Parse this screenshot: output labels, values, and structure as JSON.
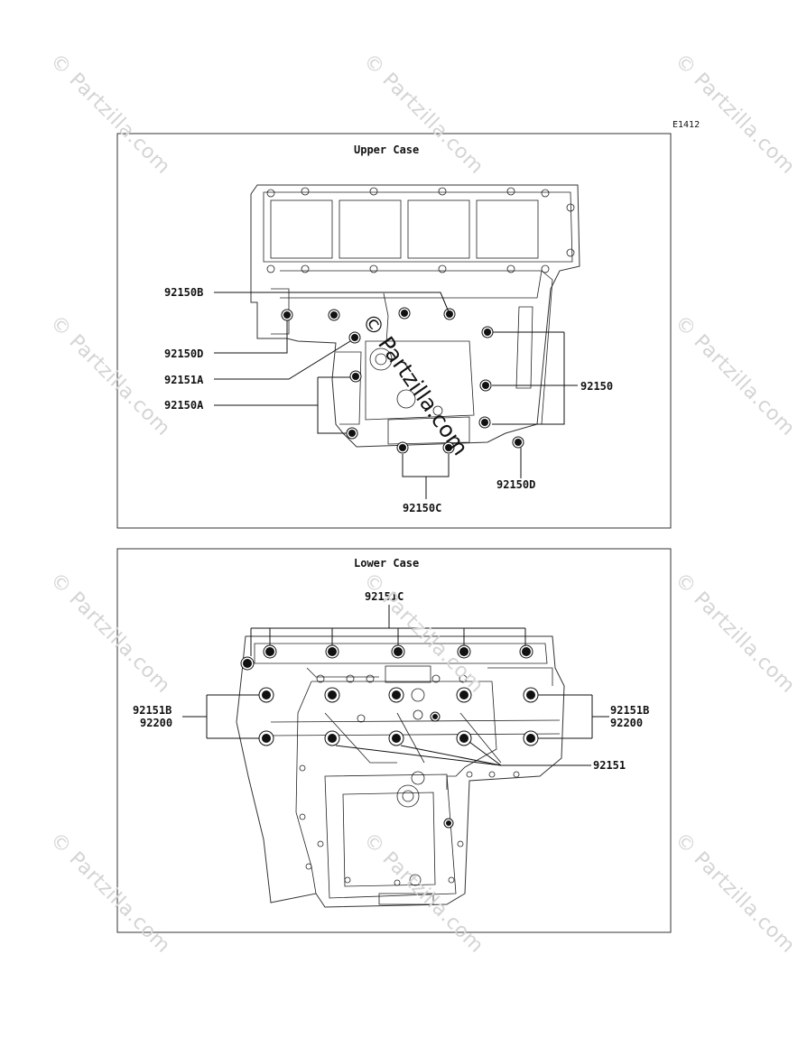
{
  "figure_code": "E1412",
  "watermark": "© Partzilla.com",
  "upper_case": {
    "title": "Upper Case",
    "labels": {
      "p92150B": "92150B",
      "p92150D_left": "92150D",
      "p92151A": "92151A",
      "p92150A": "92150A",
      "p92150": "92150",
      "p92150D_bottom": "92150D",
      "p92150C": "92150C"
    }
  },
  "lower_case": {
    "title": "Lower Case",
    "labels": {
      "p92151C": "92151C",
      "p92151B_left": "92151B",
      "p92200_left": "92200",
      "p92151B_right": "92151B",
      "p92200_right": "92200",
      "p92151": "92151"
    }
  }
}
